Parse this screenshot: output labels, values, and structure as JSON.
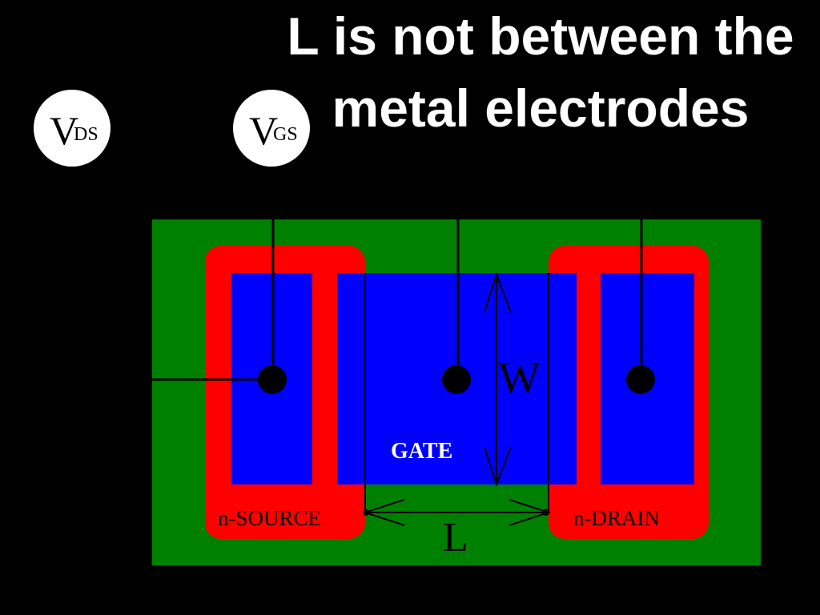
{
  "title": {
    "line1": "L is not between the",
    "line2": "metal electrodes"
  },
  "voltage_sources": {
    "vds": {
      "main": "V",
      "sub": "DS"
    },
    "vgs": {
      "main": "V",
      "sub": "GS"
    }
  },
  "labels": {
    "gate": "GATE",
    "source": "n-SOURCE",
    "drain": "n-DRAIN",
    "width": "W",
    "length": "L"
  },
  "colors": {
    "background": "#000000",
    "substrate": "#008000",
    "diffusion": "#ff0000",
    "metal": "#0000ff",
    "wire": "#000000",
    "text_on_blue": "#ffffff",
    "text_on_red": "#000000"
  }
}
